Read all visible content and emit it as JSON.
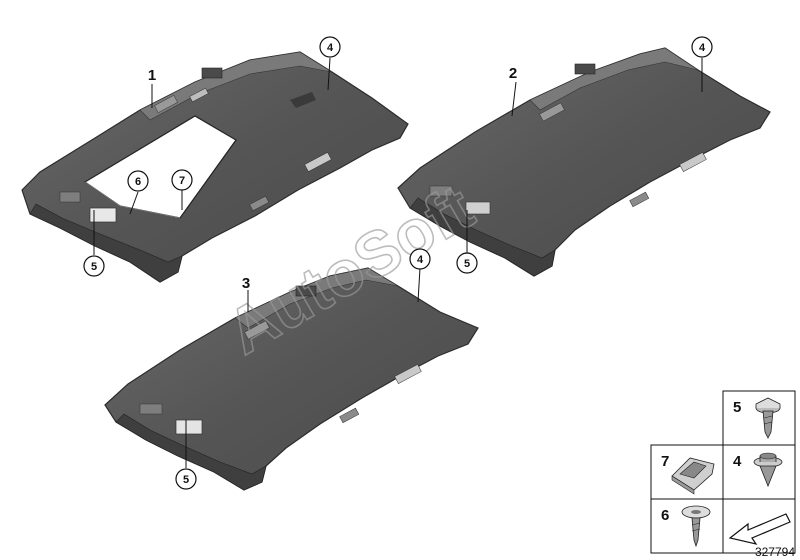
{
  "callouts": {
    "part1": "1",
    "part2": "2",
    "part3": "3",
    "c4a": "4",
    "c4b": "4",
    "c4c": "4",
    "c5a": "5",
    "c5b": "5",
    "c5c": "5",
    "c6": "6",
    "c7": "7"
  },
  "legend": {
    "l5": "5",
    "l4": "4",
    "l7": "7",
    "l6": "6"
  },
  "watermark": "AutoSoft",
  "diagram_id": "327794",
  "colors": {
    "headliner": "#5b5b5b",
    "edge": "#2c2c2c",
    "line": "#111111"
  }
}
